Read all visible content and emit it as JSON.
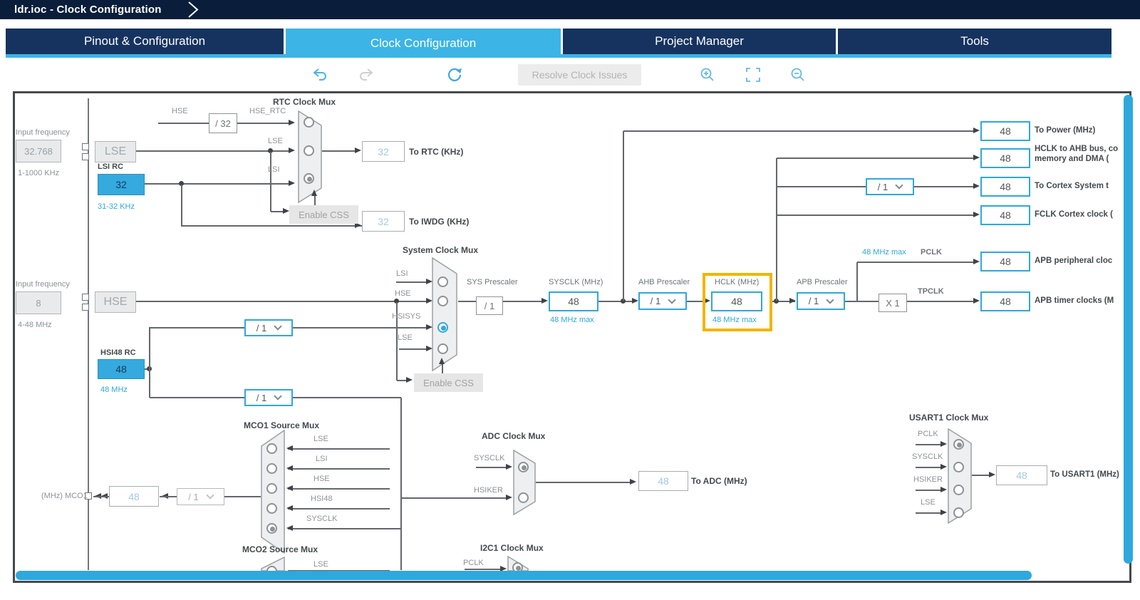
{
  "titlebar": {
    "title": "ldr.ioc - Clock Configuration"
  },
  "tabs": {
    "pinout": "Pinout & Configuration",
    "clock": "Clock Configuration",
    "project": "Project Manager",
    "tools": "Tools"
  },
  "toolbar": {
    "resolve_label": "Resolve Clock Issues"
  },
  "colors": {
    "accent_blue": "#3cb4e6",
    "highlight_orange": "#f2b500",
    "navy": "#0a1e3c"
  },
  "sources": {
    "lse_input_label": "Input frequency",
    "lse_input_value": "32.768",
    "lse_range": "1-1000 KHz",
    "lse_label": "LSE",
    "lsi_title": "LSI RC",
    "lsi_value": "32",
    "lsi_range": "31-32 KHz",
    "hse_input_label": "Input frequency",
    "hse_input_value": "8",
    "hse_range": "4-48 MHz",
    "hse_label": "HSE",
    "hsi48_title": "HSI48 RC",
    "hsi48_value": "48",
    "hsi48_range": "48 MHz"
  },
  "rtc": {
    "title": "RTC Clock Mux",
    "hse_label": "HSE",
    "divider": "/ 32",
    "hse_rtc_label": "HSE_RTC",
    "lse_label": "LSE",
    "lsi_label": "LSI",
    "to_rtc_value": "32",
    "to_rtc_label": "To RTC (KHz)",
    "enable_css": "Enable CSS",
    "to_iwdg_value": "32",
    "to_iwdg_label": "To IWDG (KHz)"
  },
  "sysmux": {
    "title": "System Clock Mux",
    "in_lsi": "LSI",
    "in_hse": "HSE",
    "in_hsisys": "HSISYS",
    "in_lse": "LSE",
    "hsi_div1": "/ 1",
    "hsi_div2": "/ 1",
    "enable_css": "Enable CSS",
    "sys_presc_label": "SYS Prescaler",
    "sys_presc_value": "/ 1",
    "sysclk_label": "SYSCLK (MHz)",
    "sysclk_value": "48",
    "sysclk_max": "48 MHz max"
  },
  "ahb": {
    "label": "AHB Prescaler",
    "value": "/ 1"
  },
  "hclk": {
    "label": "HCLK (MHz)",
    "value": "48",
    "max": "48 MHz max"
  },
  "apb": {
    "label": "APB Prescaler",
    "value": "/ 1",
    "mult": "X 1",
    "pclk_label": "PCLK",
    "tpclk_label": "TPCLK",
    "pclk_max": "48 MHz max"
  },
  "cortex_div": "/ 1",
  "outputs": [
    {
      "value": "48",
      "label": "To Power (MHz)",
      "label2": ""
    },
    {
      "value": "48",
      "label": "HCLK to AHB bus, co",
      "label2": "memory and DMA ("
    },
    {
      "value": "48",
      "label": "To Cortex System t",
      "label2": ""
    },
    {
      "value": "48",
      "label": "FCLK Cortex clock (",
      "label2": ""
    },
    {
      "value": "48",
      "label": "APB peripheral cloc",
      "label2": ""
    },
    {
      "value": "48",
      "label": "APB timer clocks (M",
      "label2": ""
    }
  ],
  "mco1": {
    "title": "MCO1 Source Mux",
    "inputs": [
      "LSE",
      "LSI",
      "HSE",
      "HSI48",
      "SYSCLK"
    ],
    "div_value": "/ 1",
    "value": "48",
    "pin_label": "(MHz) MCO1"
  },
  "mco2": {
    "title": "MCO2 Source Mux",
    "in_lse": "LSE"
  },
  "adc": {
    "title": "ADC Clock Mux",
    "in_sysclk": "SYSCLK",
    "in_hsiker": "HSIKER",
    "value": "48",
    "label": "To ADC (MHz)"
  },
  "i2c1": {
    "title": "I2C1 Clock Mux",
    "in_pclk": "PCLK"
  },
  "usart1": {
    "title": "USART1 Clock Mux",
    "inputs": [
      "PCLK",
      "SYSCLK",
      "HSIKER",
      "LSE"
    ],
    "value": "48",
    "label": "To USART1 (MHz)"
  }
}
